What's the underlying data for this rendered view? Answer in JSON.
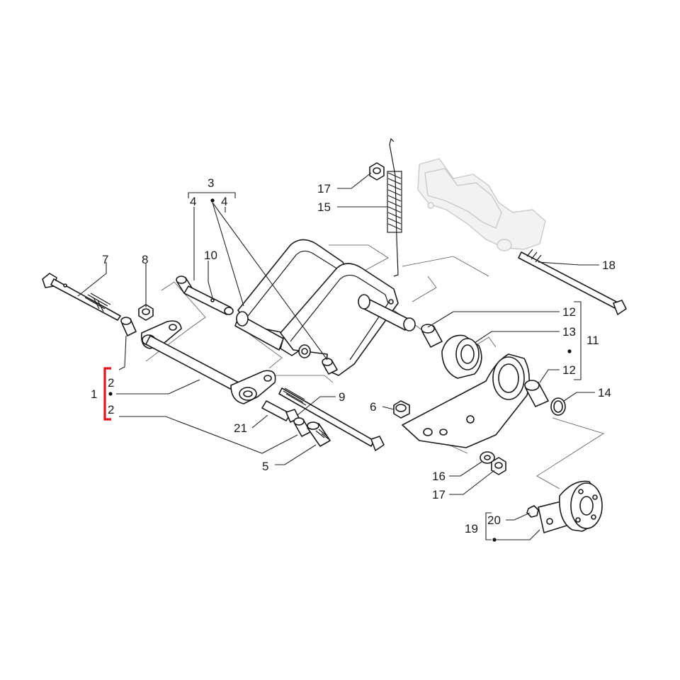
{
  "callouts": {
    "c1": "1",
    "c2a": "2",
    "c2b": "2",
    "c3": "3",
    "c4a": "4",
    "c4b": "4",
    "c5": "5",
    "c6": "6",
    "c7": "7",
    "c8": "8",
    "c9": "9",
    "c10": "10",
    "c11": "11",
    "c12a": "12",
    "c12b": "12",
    "c13": "13",
    "c14": "14",
    "c15": "15",
    "c16": "16",
    "c17a": "17",
    "c17b": "17",
    "c18": "18",
    "c19": "19",
    "c20": "20",
    "c21": "21"
  },
  "colors": {
    "group_bracket": "#e0161b",
    "line_art": "#1a1a1a",
    "ghost_part": "#c9c9c9"
  }
}
